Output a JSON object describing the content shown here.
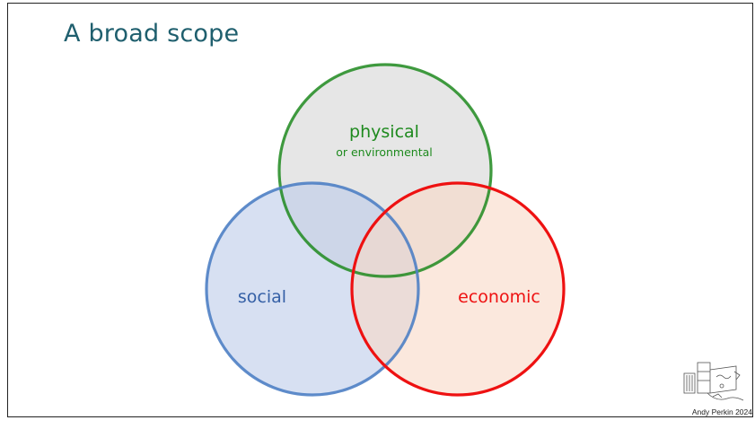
{
  "slide": {
    "title": "A broad scope",
    "credit": "Andy Perkin 2024"
  },
  "diagram": {
    "sets": [
      {
        "key": "physical",
        "label": "physical",
        "sublabel": "or environmental",
        "stroke": "#1e8a1e",
        "fill": "#e2e2e2",
        "label_color": "#1e8a1e"
      },
      {
        "key": "social",
        "label": "social",
        "stroke": "#4e7fc4",
        "fill": "#bccbe9",
        "label_color": "#3560a6"
      },
      {
        "key": "economic",
        "label": "economic",
        "stroke": "#ee1111",
        "fill": "#f8d9c7",
        "label_color": "#ee1111"
      }
    ]
  },
  "icons": {
    "logo": "sketch-logo-icon"
  }
}
